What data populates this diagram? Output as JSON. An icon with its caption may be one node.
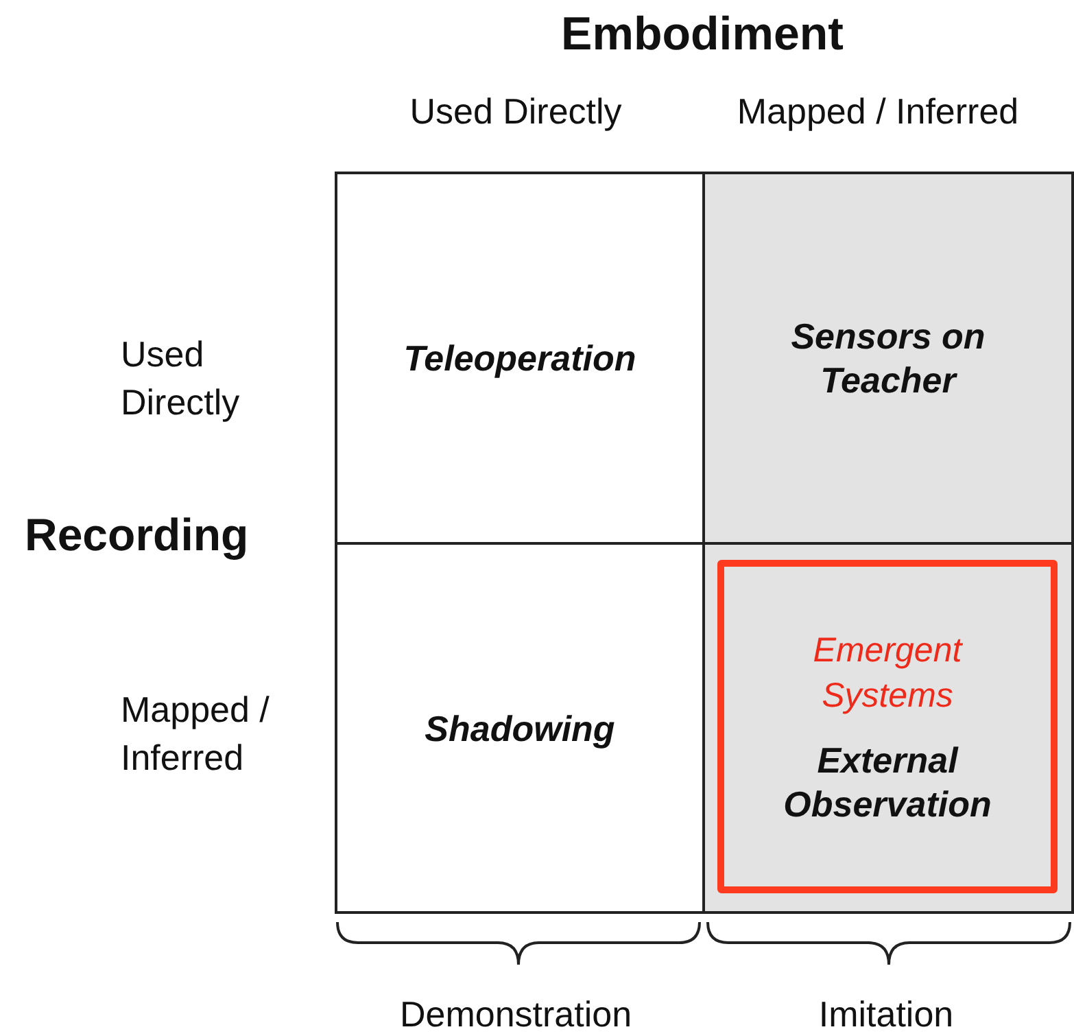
{
  "diagram": {
    "nodes": [
      {
        "text": [
          "Teleoperation"
        ]
      },
      {
        "text": [
          "Sensors on Teacher"
        ]
      },
      {
        "text": [
          "Shadowing"
        ]
      },
      {
        "text": [],
        "shape": "box"
      },
      {
        "text": [
          "Emergent Systems",
          "External Observation"
        ],
        "in": 3
      }
    ],
    "labels": [
      "Embodiment",
      "Used Directly",
      "Mapped / Inferred",
      "Used Directly",
      "Recording",
      "Mapped / Inferred",
      "Demonstration",
      "Imitation"
    ]
  }
}
